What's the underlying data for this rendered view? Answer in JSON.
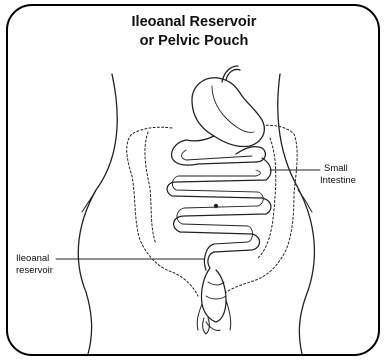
{
  "title": {
    "line1": "Ileoanal Reservoir",
    "line2": "or Pelvic Pouch"
  },
  "labels": {
    "small_intestine": {
      "line1": "Small",
      "line2": "Intestine"
    },
    "ileoanal_reservoir": {
      "line1": "Ileoanal",
      "line2": "reservoir"
    }
  },
  "colors": {
    "outline": "#000000",
    "drawing": "#222222",
    "background": "#ffffff"
  }
}
